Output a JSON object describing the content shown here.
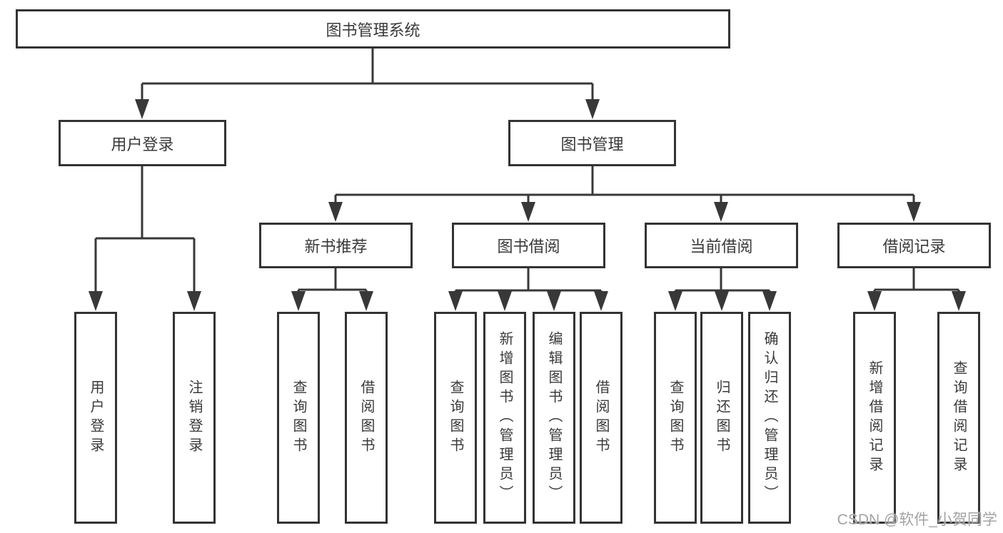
{
  "diagram": {
    "title": "图书管理系统",
    "level2": {
      "user_login": "用户登录",
      "book_mgmt": "图书管理"
    },
    "level3": {
      "new_rec": "新书推荐",
      "book_borrow": "图书借阅",
      "cur_borrow": "当前借阅",
      "borrow_rec": "借阅记录"
    },
    "leaves": {
      "login": "用户登录",
      "logout": "注销登录",
      "rec_query": "查询图书",
      "rec_borrow": "借阅图书",
      "bb_query": "查询图书",
      "bb_add": "新增图书（管理员）",
      "bb_edit": "编辑图书（管理员）",
      "bb_borrow": "借阅图书",
      "cb_query": "查询图书",
      "cb_return": "归还图书",
      "cb_confirm": "确认归还（管理员）",
      "br_add": "新增借阅记录",
      "br_query": "查询借阅记录"
    }
  },
  "watermark": "CSDN @软件_小贺同学",
  "colors": {
    "line": "#383838",
    "box_border": "#333333",
    "text": "#3a3a3a",
    "watermark": "#a3a3a3",
    "background": "#ffffff"
  }
}
